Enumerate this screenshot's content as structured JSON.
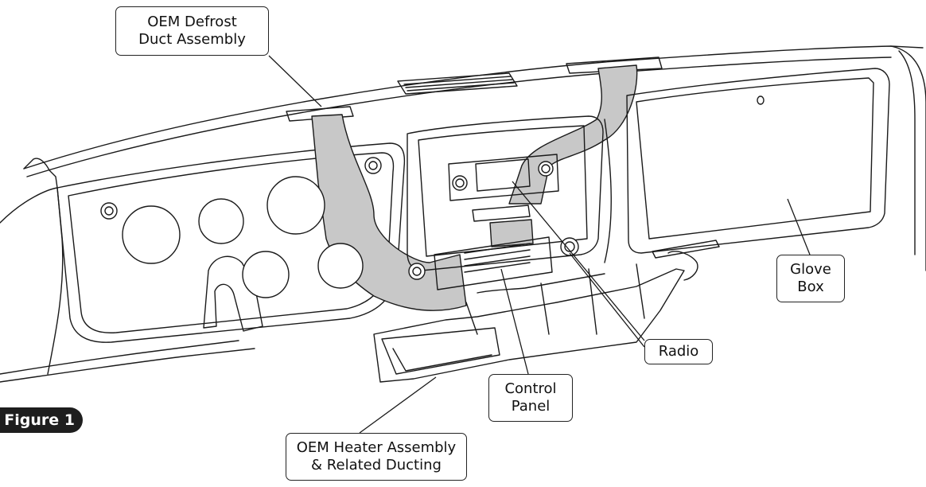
{
  "figure_label": "Figure 1",
  "callouts": {
    "defrost": {
      "line1": "OEM Defrost",
      "line2": "Duct Assembly"
    },
    "glove_box": {
      "line1": "Glove",
      "line2": "Box"
    },
    "radio": {
      "line1": "Radio"
    },
    "control_panel": {
      "line1": "Control",
      "line2": "Panel"
    },
    "heater": {
      "line1": "OEM Heater Assembly",
      "line2": "& Related Ducting"
    }
  }
}
